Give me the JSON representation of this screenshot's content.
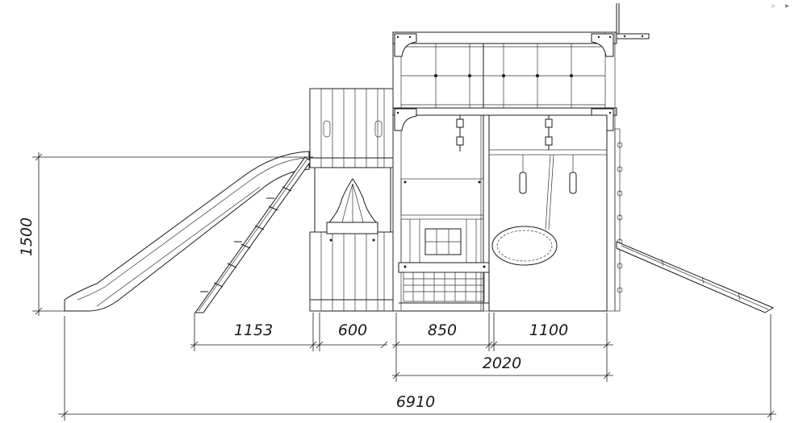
{
  "toolbar": {
    "icons": [
      "search-icon",
      "chevron-right-icon"
    ],
    "search_glyph": "⌕",
    "next_glyph": "▸"
  },
  "dimensions": {
    "height": "1500",
    "stair_width": "1153",
    "tower_width": "600",
    "middle_width": "850",
    "swing_width": "1100",
    "combined_width": "2020",
    "total_width": "6910"
  },
  "colors": {
    "line": "#1a1a1a",
    "background": "#ffffff"
  }
}
